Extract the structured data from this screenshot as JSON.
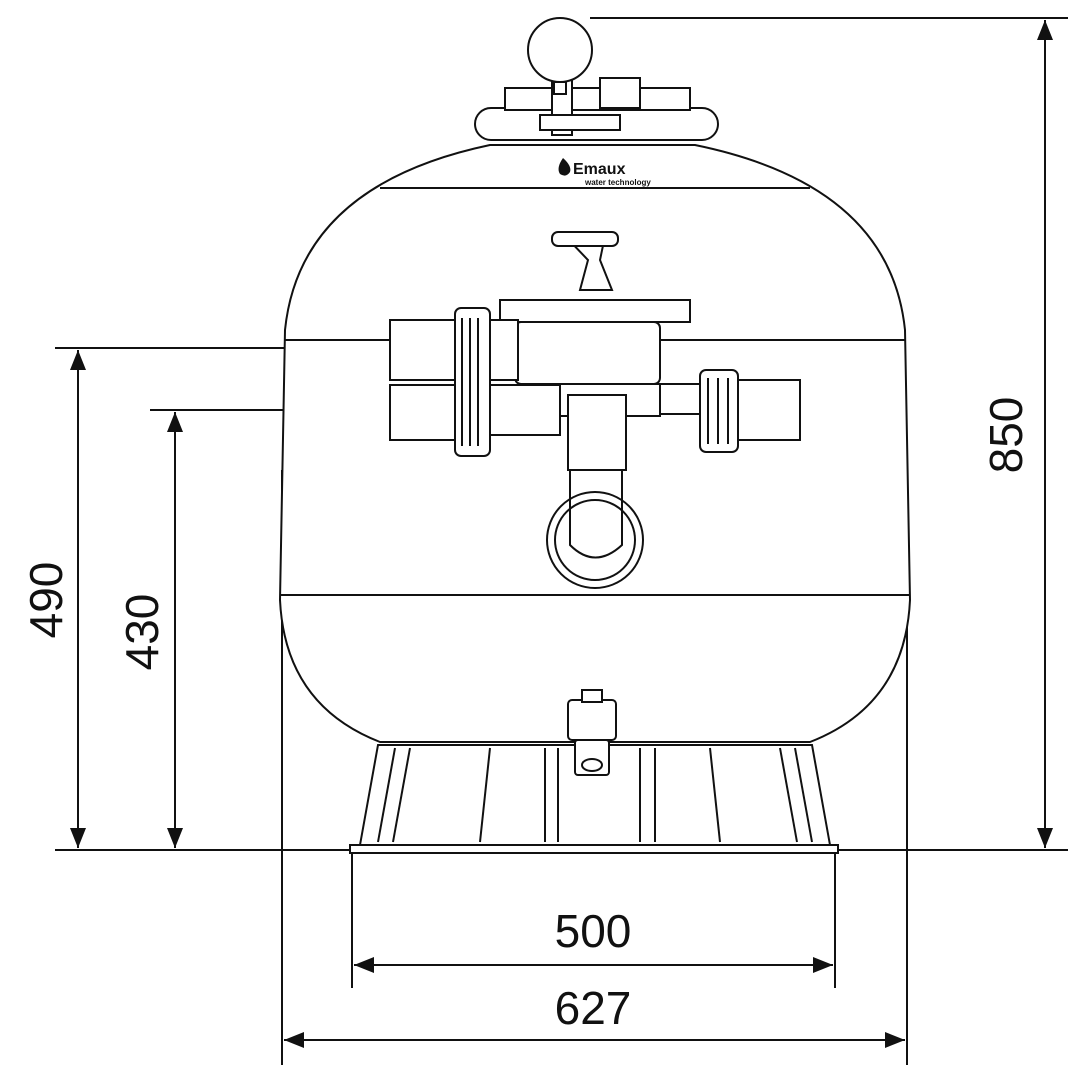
{
  "title": "Sand filter dimension drawing",
  "logo": {
    "brand": "Emaux",
    "tagline": "water technology"
  },
  "dimensions": {
    "overall_height": "850",
    "upper_port_height": "490",
    "lower_port_height": "430",
    "base_width": "500",
    "tank_width": "627"
  }
}
